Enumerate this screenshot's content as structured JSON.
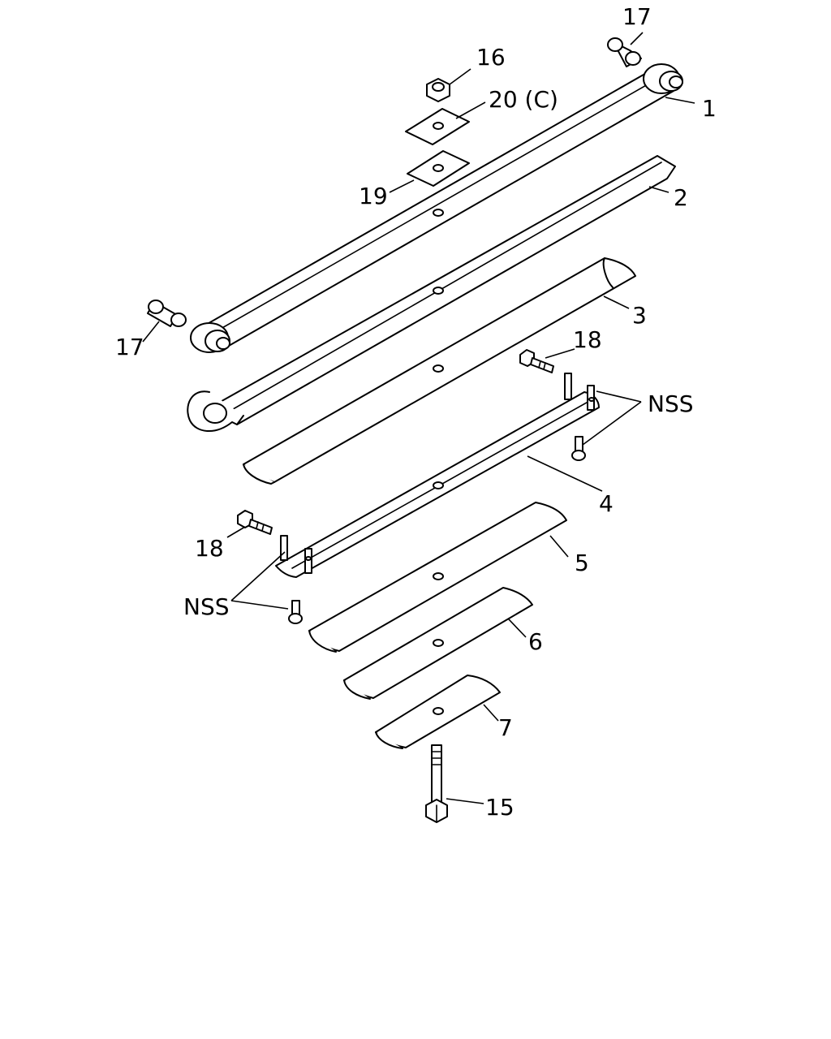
{
  "diagram": {
    "labels": {
      "p1": "1",
      "p2": "2",
      "p3": "3",
      "p4": "4",
      "p5": "5",
      "p6": "6",
      "p7": "7",
      "p15": "15",
      "p16": "16",
      "p17_top": "17",
      "p17_left": "17",
      "p18_upper": "18",
      "p18_lower": "18",
      "p19": "19",
      "p20": "20 (C)",
      "nss_upper": "NSS",
      "nss_lower": "NSS"
    }
  }
}
